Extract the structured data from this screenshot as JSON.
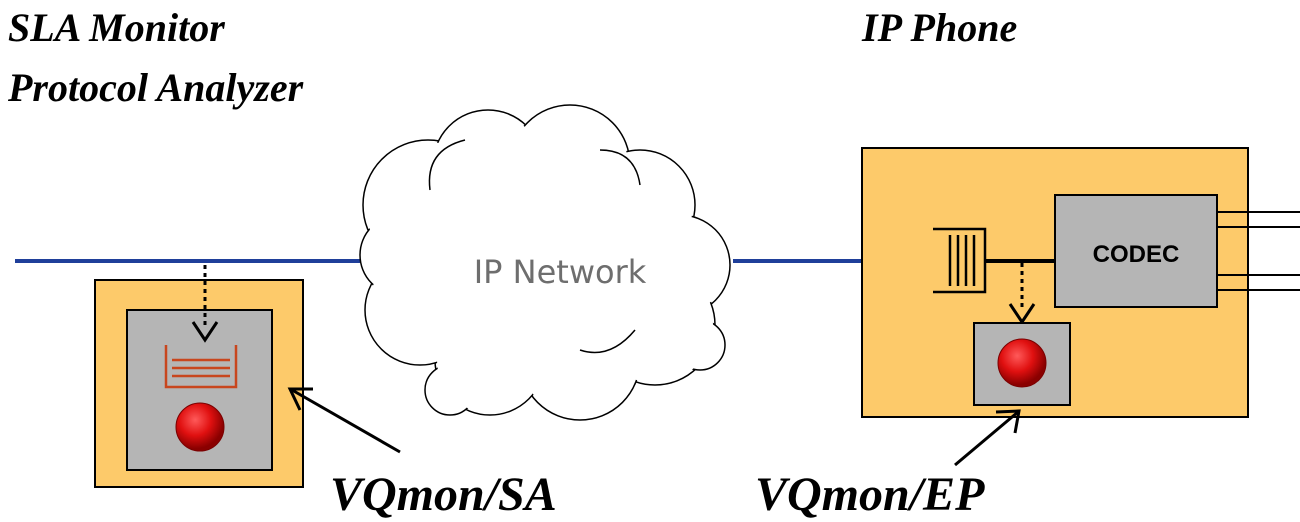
{
  "labels": {
    "sla_monitor": "SLA Monitor",
    "protocol_analyzer": "Protocol Analyzer",
    "ip_phone": "IP Phone",
    "ip_network": "IP Network",
    "codec": "CODEC",
    "vqmon_sa": "VQmon/SA",
    "vqmon_ep": "VQmon/EP"
  },
  "colors": {
    "line_blue": "#1f3f9a",
    "box_orange": "#fdca6a",
    "box_grey": "#b5b5b5",
    "buffer_red": "#c8461e",
    "dot_red": "#e01010",
    "cloud_fill": "#ffffff"
  }
}
